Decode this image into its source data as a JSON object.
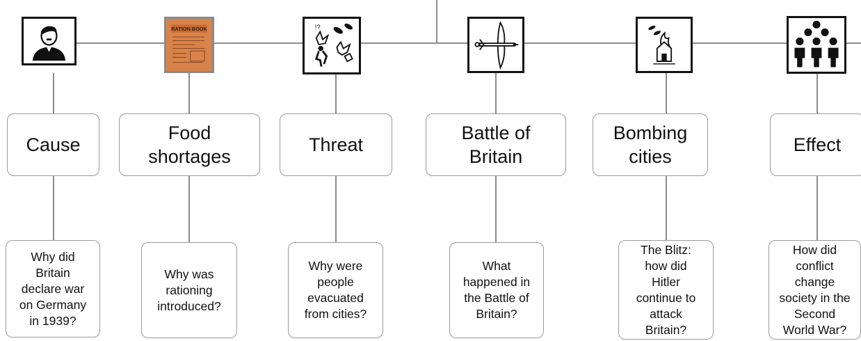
{
  "columns": [
    {
      "id": "cause",
      "icon": "hitler-portrait-icon",
      "topic": "Cause",
      "question": "Why did\nBritain\ndeclare war\non Germany\nin 1939?"
    },
    {
      "id": "food-shortages",
      "icon": "ration-book-icon",
      "icon_text": "RATION BOOK",
      "topic": "Food\nshortages",
      "question": "Why was\nrationing\nintroduced?"
    },
    {
      "id": "threat",
      "icon": "explosion-bombs-icon",
      "topic": "Threat",
      "question": "Why were\npeople\nevacuated\nfrom cities?"
    },
    {
      "id": "battle-of-britain",
      "icon": "spitfire-plane-icon",
      "topic": "Battle of\nBritain",
      "question": "What\nhappened in\nthe Battle of\nBritain?"
    },
    {
      "id": "bombing-cities",
      "icon": "burning-house-icon",
      "topic": "Bombing\ncities",
      "question": "The Blitz:\nhow did\nHitler\ncontinue to\nattack\nBritain?"
    },
    {
      "id": "effect",
      "icon": "people-group-icon",
      "topic": "Effect",
      "question": "How did\nconflict\nchange\nsociety in the\nSecond\nWorld War?"
    }
  ],
  "colors": {
    "line": "#8c8c8c",
    "box_border": "#9a9a9a",
    "icon_border": "#111111",
    "ration_book": "#d9834a"
  }
}
